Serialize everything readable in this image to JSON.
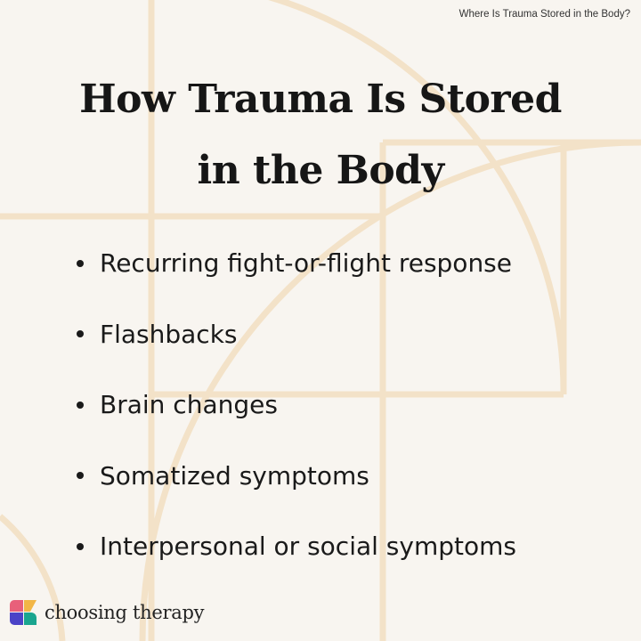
{
  "header": {
    "top_label": "Where Is Trauma Stored in the Body?"
  },
  "title": {
    "line1": "How Trauma Is Stored",
    "line2": "in the Body"
  },
  "bullets": [
    "Recurring fight-or-flight response",
    "Flashbacks",
    "Brain changes",
    "Somatized symptoms",
    "Interpersonal or social symptoms"
  ],
  "brand": {
    "name": "choosing therapy",
    "colors": [
      "#e8607a",
      "#f2b646",
      "#4b43c7",
      "#1aa58f"
    ]
  },
  "colors": {
    "background": "#f8f5f0",
    "decor": "#f3e2c8",
    "text": "#161616"
  }
}
